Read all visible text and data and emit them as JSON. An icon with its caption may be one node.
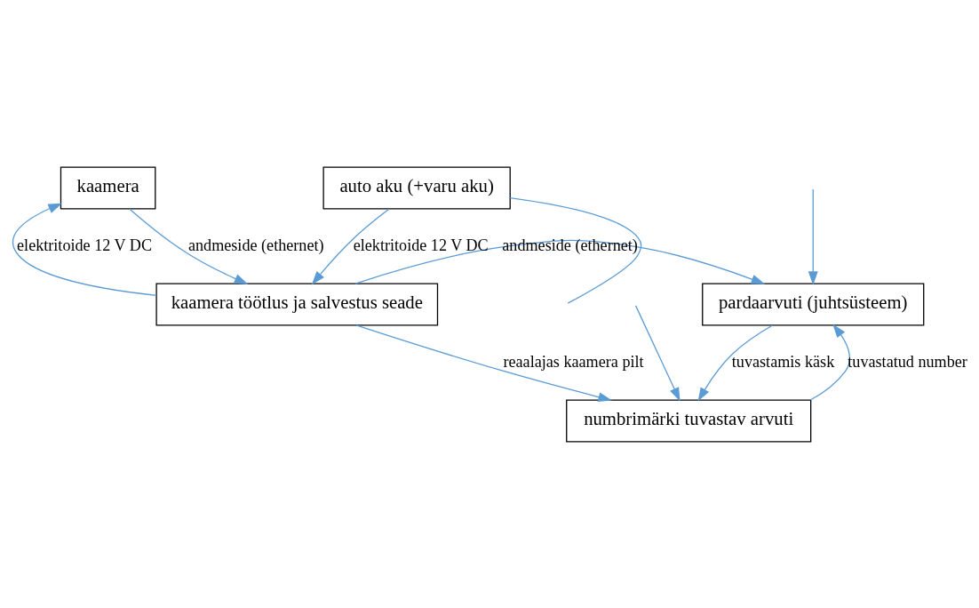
{
  "diagram": {
    "nodes": [
      {
        "text": [
          "kaamera"
        ]
      },
      {
        "text": [
          "kaamera töötlus ja salvestus seade"
        ]
      },
      {
        "text": [
          "auto aku (+varu aku)"
        ]
      },
      {
        "text": [
          "pardaarvuti (juhtsüsteem)"
        ]
      },
      {
        "text": [
          "numbrimärki tuvastav arvuti"
        ]
      }
    ],
    "edges": [
      {
        "from": 0,
        "to": 1,
        "arrow": "to",
        "label": "andmeside (ethernet)"
      },
      {
        "from": 1,
        "to": 0,
        "arrow": "to",
        "label": "elektritoide 12 V DC"
      },
      {
        "from": 2,
        "to": 1,
        "arrow": "to",
        "label": "elektritoide 12 V DC"
      },
      {
        "from": 2,
        "to": null,
        "arrow": "none"
      },
      {
        "from": 1,
        "to": 3,
        "arrow": "to",
        "label": "andmeside (ethernet)"
      },
      {
        "from": 1,
        "to": 4,
        "arrow": "to",
        "label": "reaalajas kaamera pilt"
      },
      {
        "from": 3,
        "to": 4,
        "arrow": "to",
        "label": "tuvastamis käsk"
      },
      {
        "from": 4,
        "to": 3,
        "arrow": "to",
        "label": "tuvastatud number"
      },
      {
        "from": null,
        "to": 3,
        "arrow": "to"
      },
      {
        "from": null,
        "to": 4,
        "arrow": "to"
      }
    ]
  }
}
